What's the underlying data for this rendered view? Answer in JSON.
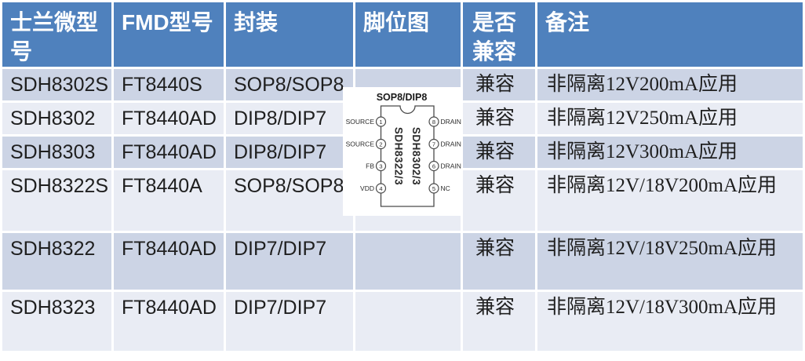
{
  "colors": {
    "header_bg": "#4f81bd",
    "header_text": "#ffffff",
    "row_dark": "#ccd4e5",
    "row_light": "#e9ecf4",
    "body_text": "#1f1f1f",
    "diagram_line": "#4a4a4a"
  },
  "table": {
    "headers": [
      "士兰微型号",
      "FMD型号",
      "封装",
      "脚位图",
      "是否兼容",
      "备注"
    ],
    "rows": [
      {
        "silan_model": "SDH8302S",
        "fmd_model": "FT8440S",
        "package": "SOP8/SOP8",
        "compatible": "兼容",
        "remark": "非隔离12V200mA应用"
      },
      {
        "silan_model": "SDH8302",
        "fmd_model": "FT8440AD",
        "package": "DIP8/DIP7",
        "compatible": "兼容",
        "remark": "非隔离12V250mA应用"
      },
      {
        "silan_model": "SDH8303",
        "fmd_model": "FT8440AD",
        "package": "DIP8/DIP7",
        "compatible": "兼容",
        "remark": "非隔离12V300mA应用"
      },
      {
        "silan_model": "SDH8322S",
        "fmd_model": "FT8440A",
        "package": "SOP8/SOP8",
        "compatible": "兼容",
        "remark": "非隔离12V/18V200mA应用"
      },
      {
        "silan_model": "SDH8322",
        "fmd_model": "FT8440AD",
        "package": "DIP7/DIP7",
        "compatible": "兼容",
        "remark": "非隔离12V/18V250mA应用"
      },
      {
        "silan_model": "SDH8323",
        "fmd_model": "FT8440AD",
        "package": "DIP7/DIP7",
        "compatible": "兼容",
        "remark": "非隔离12V/18V300mA应用"
      }
    ]
  },
  "pin_diagram": {
    "title": "SOP8/DIP8",
    "chip_labels": {
      "left": "SDH8322/3",
      "right": "SDH8302/3"
    },
    "left_pins": [
      {
        "num": "1",
        "label": "SOURCE"
      },
      {
        "num": "2",
        "label": "SOURCE"
      },
      {
        "num": "3",
        "label": "FB"
      },
      {
        "num": "4",
        "label": "VDD"
      }
    ],
    "right_pins": [
      {
        "num": "8",
        "label": "DRAIN"
      },
      {
        "num": "7",
        "label": "DRAIN"
      },
      {
        "num": "6",
        "label": "DRAIN"
      },
      {
        "num": "5",
        "label": "NC"
      }
    ]
  }
}
